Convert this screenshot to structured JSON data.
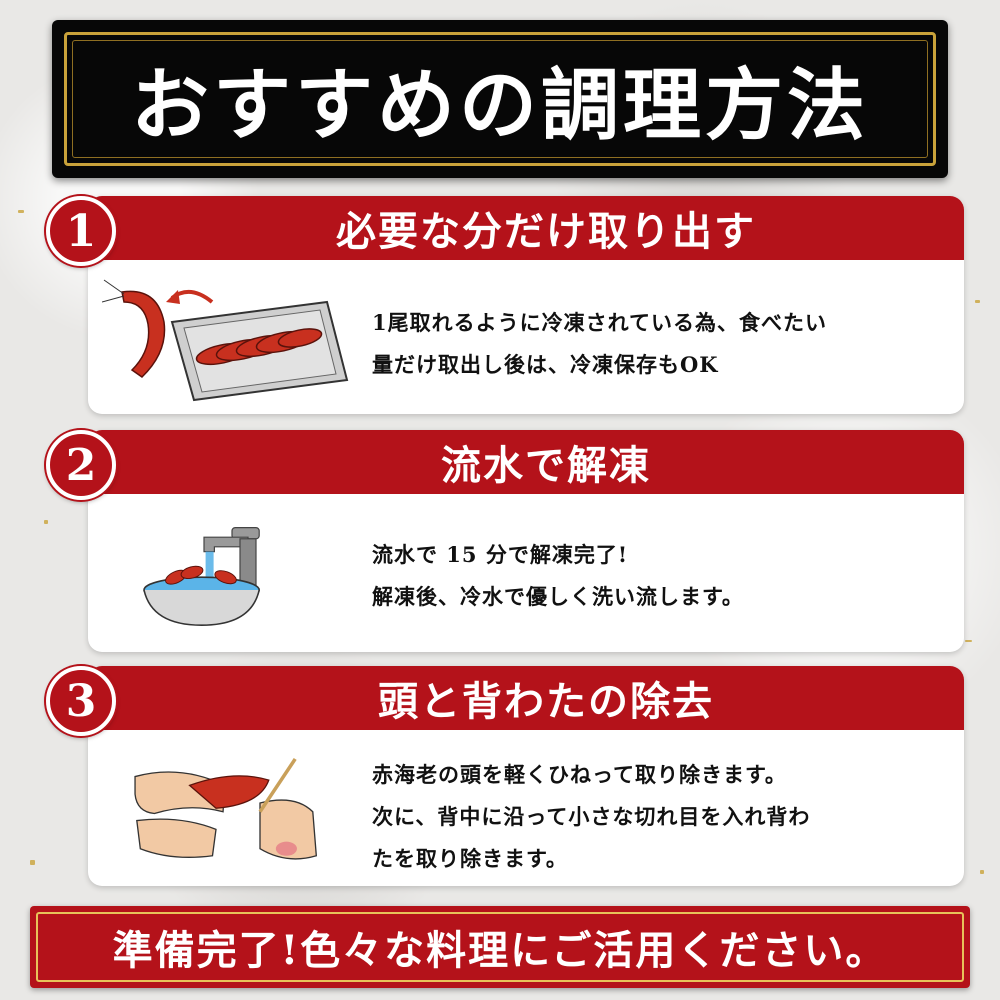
{
  "title": "おすすめの調理方法",
  "steps": [
    {
      "number": "1",
      "heading": "必要な分だけ取り出す",
      "lines": [
        "1尾取れるように冷凍されている為、食べたい",
        "量だけ取出し後は、冷凍保存もOK"
      ],
      "illustration": "shrimp-tray-illustration"
    },
    {
      "number": "2",
      "heading": "流水で解凍",
      "lines": [
        "流水で 15 分で解凍完了!",
        "解凍後、冷水で優しく洗い流します。"
      ],
      "illustration": "faucet-bowl-illustration"
    },
    {
      "number": "3",
      "heading": "頭と背わたの除去",
      "lines": [
        "赤海老の頭を軽くひねって取り除きます。",
        "次に、背中に沿って小さな切れ目を入れ背わ",
        "たを取り除きます。"
      ],
      "illustration": "hands-deveining-illustration"
    }
  ],
  "footer": "準備完了!色々な料理にご活用ください。",
  "colors": {
    "banner_black": "#070707",
    "gold": "#c9a23a",
    "accent_red": "#b4121a",
    "card_white": "#ffffff"
  }
}
